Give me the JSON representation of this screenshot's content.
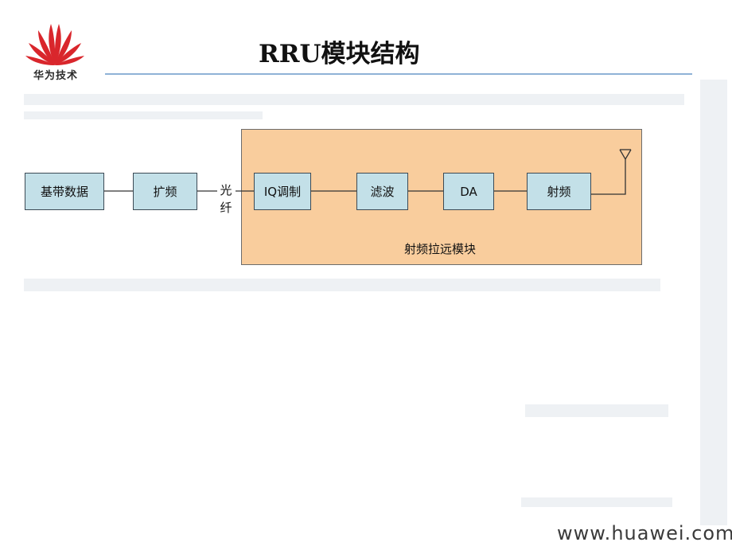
{
  "header": {
    "logo_caption": "华为技术",
    "title": "RRU模块结构"
  },
  "diagram": {
    "external_blocks": [
      "基带数据",
      "扩频"
    ],
    "fiber_label": [
      "光",
      "纤"
    ],
    "module_blocks": [
      "IQ调制",
      "滤波",
      "DA",
      "射频"
    ],
    "module_label": "射频拉远模块",
    "colors": {
      "block_fill": "#c3e0e8",
      "module_fill": "#f9cd9d",
      "logo_red": "#d9262c",
      "rule_blue": "#8fb2d6"
    },
    "icons": [
      "antenna-icon",
      "huawei-petal-logo"
    ]
  },
  "footer": {
    "url": "www.huawei.com"
  }
}
